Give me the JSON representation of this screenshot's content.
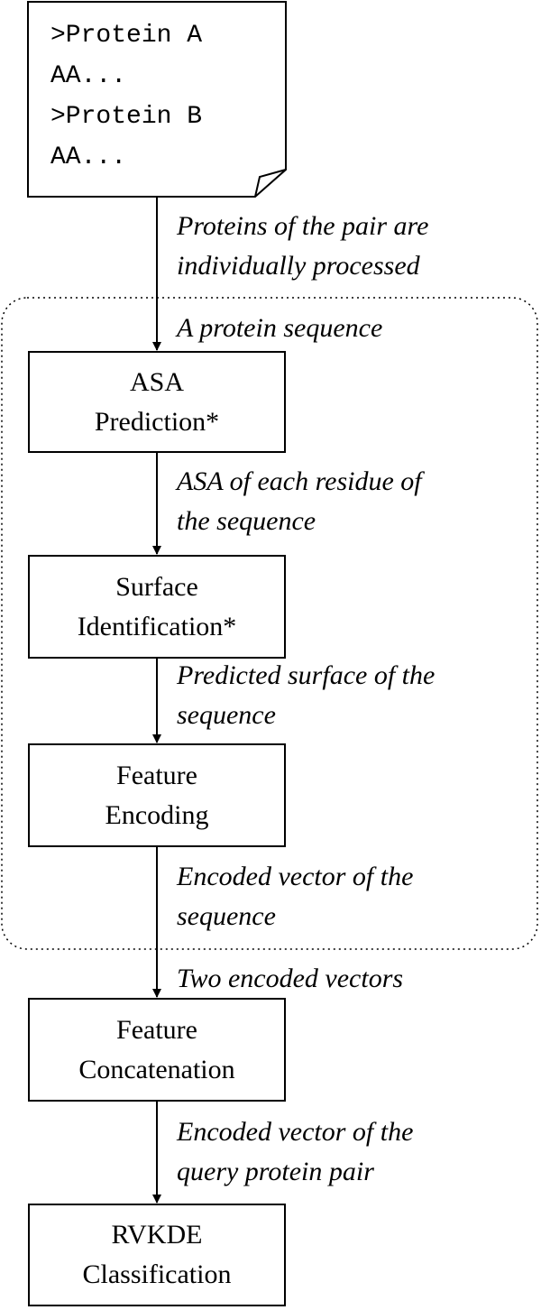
{
  "input_sequences": {
    "lines": [
      ">Protein A",
      "AA...",
      ">Protein B",
      "AA..."
    ]
  },
  "annotations": {
    "pair_processing": [
      "Proteins of the pair are",
      "individually processed"
    ],
    "single_sequence": [
      "A protein sequence"
    ],
    "asa_output": [
      "ASA of each residue of",
      "the sequence"
    ],
    "surface_output": [
      "Predicted surface of the",
      "sequence"
    ],
    "encoded_output": [
      "Encoded vector of the",
      "sequence"
    ],
    "two_vectors": [
      "Two encoded vectors"
    ],
    "pair_vector": [
      "Encoded vector of the",
      "query protein pair"
    ]
  },
  "steps": {
    "asa": [
      "ASA",
      "Prediction*"
    ],
    "surface": [
      "Surface",
      "Identification*"
    ],
    "feature_encoding": [
      "Feature",
      "Encoding"
    ],
    "concatenation": [
      "Feature",
      "Concatenation"
    ],
    "classification": [
      "RVKDE",
      "Classification"
    ]
  }
}
